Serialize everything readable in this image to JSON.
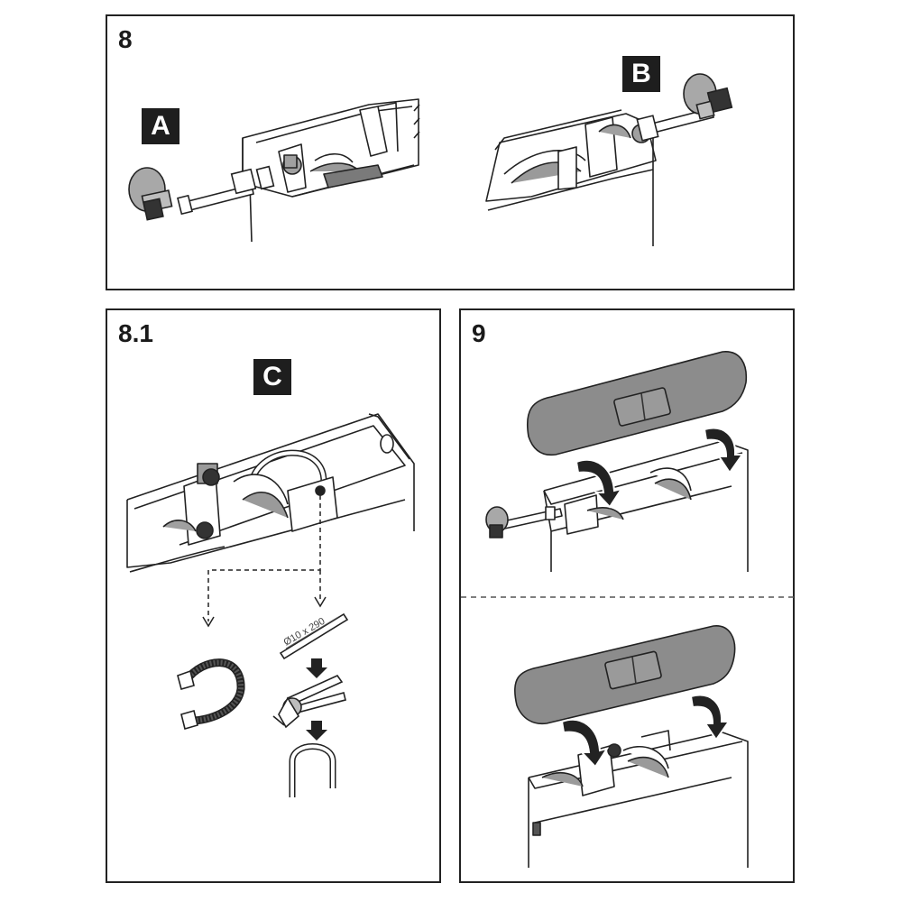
{
  "panels": {
    "step_8": {
      "number": "8",
      "labels": {
        "a": "A",
        "b": "B"
      }
    },
    "step_8_1": {
      "number": "8.1",
      "labels": {
        "c": "C"
      },
      "pipe_dimension": "Ø10 x 290"
    },
    "step_9": {
      "number": "9"
    }
  },
  "colors": {
    "line": "#222222",
    "fill_gray": "#8c8c8c",
    "valve_gray": "#a8a8a8",
    "badge": "#1e1e1e"
  }
}
